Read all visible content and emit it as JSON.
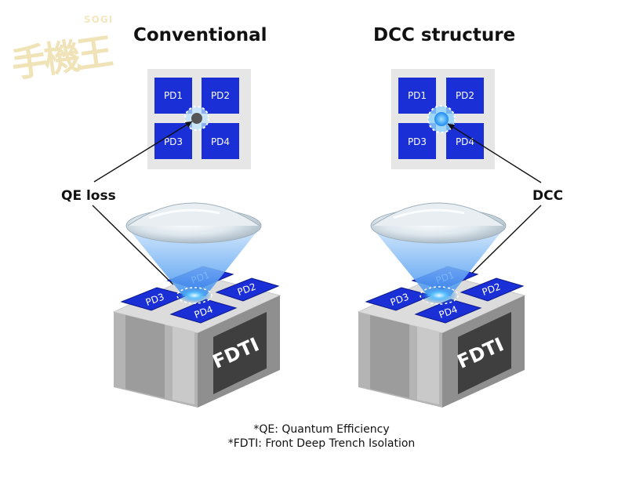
{
  "watermark": {
    "brand": "SOGI",
    "chars": "手機王"
  },
  "panels": [
    {
      "heading": "Conventional",
      "callout": "QE loss",
      "pixels": [
        "PD1",
        "PD2",
        "PD3",
        "PD4"
      ],
      "block_label": "FDTI"
    },
    {
      "heading": "DCC structure",
      "callout": "DCC",
      "pixels": [
        "PD1",
        "PD2",
        "PD3",
        "PD4"
      ],
      "block_label": "FDTI"
    }
  ],
  "footnotes": [
    "*QE: Quantum Efficiency",
    "*FDTI: Front Deep Trench Isolation"
  ],
  "colors": {
    "pixel_blue": "#1a2fd6",
    "glow": "#37a6ff",
    "frame": "#e6e6e6",
    "block_gray": "#a7a7a7"
  }
}
